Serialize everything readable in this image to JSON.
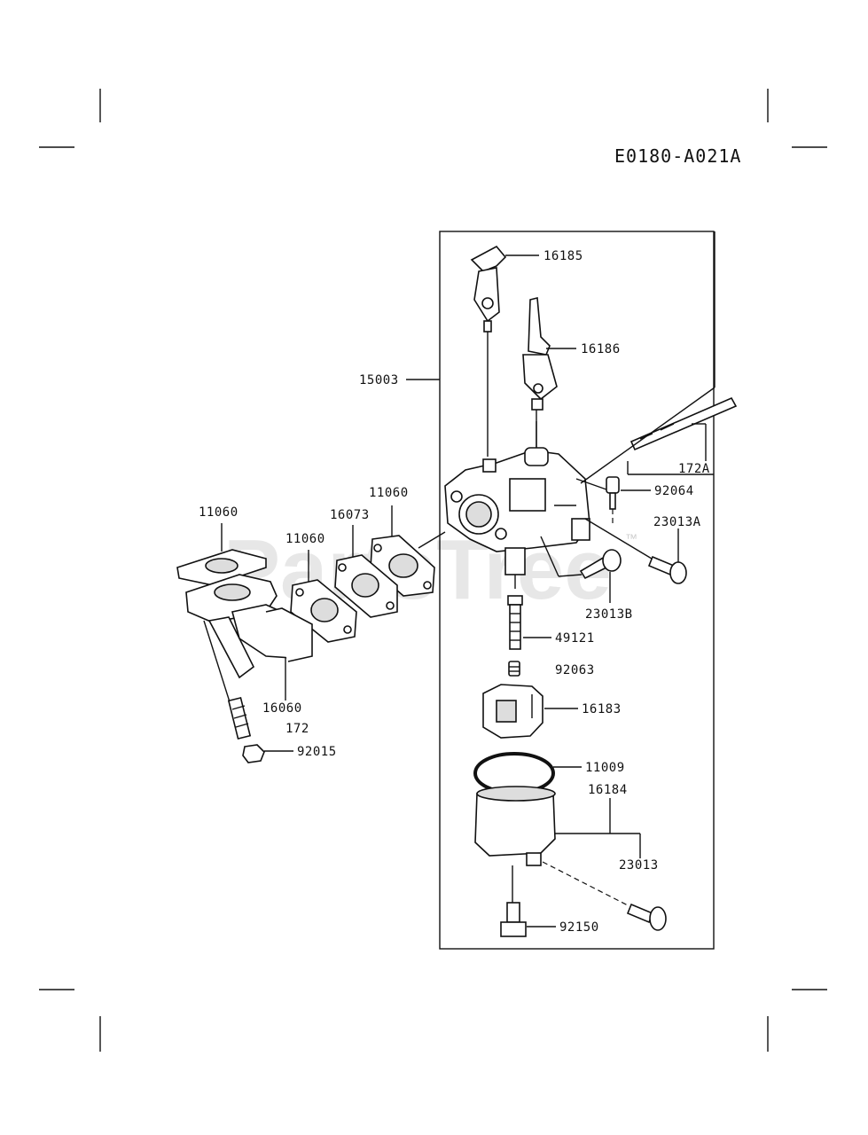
{
  "diagram_code": "E0180-A021A",
  "watermark": "PartsTree",
  "watermark_mark": "™",
  "labels": {
    "p16185": "16185",
    "p16186": "16186",
    "p15003": "15003",
    "p172A": "172A",
    "p92064": "92064",
    "p23013A": "23013A",
    "p23013B": "23013B",
    "p49121": "49121",
    "p92063": "92063",
    "p16183": "16183",
    "p11009": "11009",
    "p16184": "16184",
    "p23013": "23013",
    "p92150": "92150",
    "p11060a": "11060",
    "p11060b": "11060",
    "p11060c": "11060",
    "p16073": "16073",
    "p16060": "16060",
    "p172": "172",
    "p92015": "92015"
  }
}
